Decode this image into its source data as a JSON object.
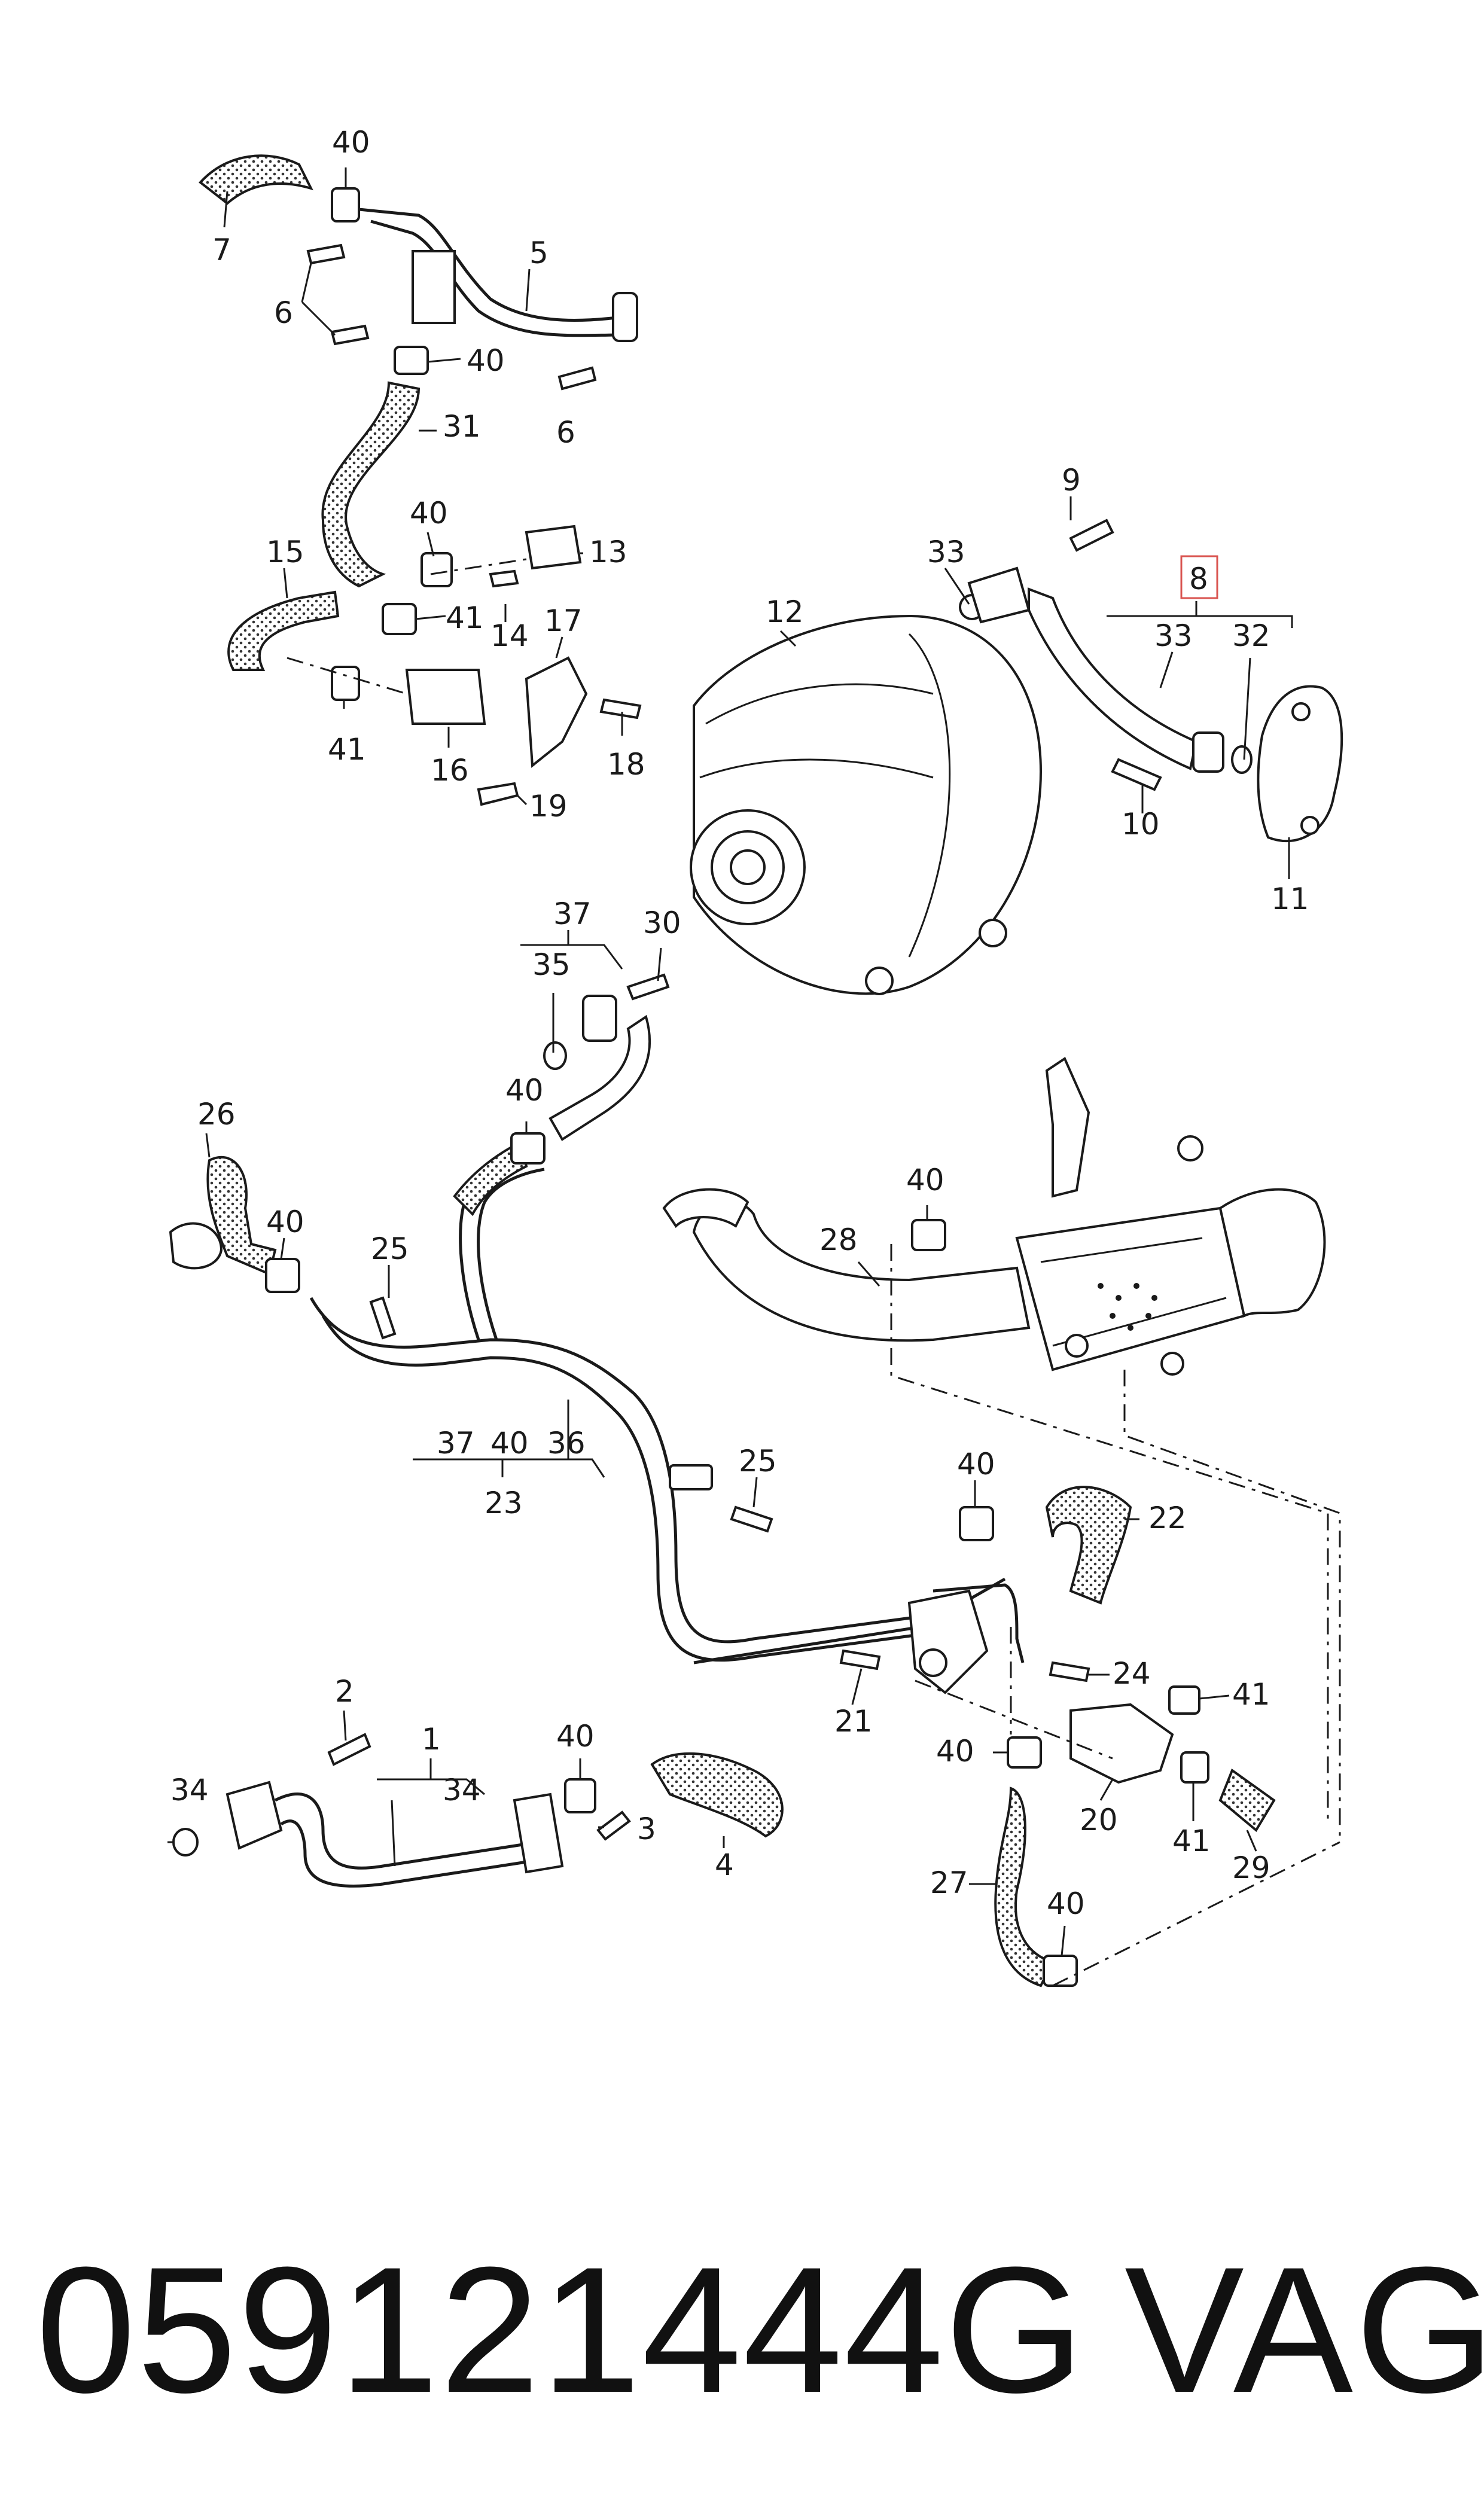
{
  "diagram": {
    "callouts": {
      "c7": "7",
      "c40_a": "40",
      "c5": "5",
      "c6_a": "6",
      "c6_b": "6",
      "c40_b": "40",
      "c31": "31",
      "c40_c": "40",
      "c13": "13",
      "c15": "15",
      "c41_a": "41",
      "c14": "14",
      "c17": "17",
      "c41_b": "41",
      "c16": "16",
      "c18": "18",
      "c19": "19",
      "c12": "12",
      "c9": "9",
      "c33_a": "33",
      "c8": "8",
      "c33_b": "33",
      "c32": "32",
      "c10": "10",
      "c11": "11",
      "c37_a": "37",
      "c30": "30",
      "c35": "35",
      "c40_d": "40",
      "c26": "26",
      "c40_e": "40",
      "c25_a": "25",
      "c28": "28",
      "c40_f": "40",
      "c37_b": "37",
      "c40_g": "40",
      "c36": "36",
      "c23": "23",
      "c25_b": "25",
      "c40_h": "40",
      "c22": "22",
      "c24": "24",
      "c41_c": "41",
      "c21": "21",
      "c40_i": "40",
      "c20": "20",
      "c41_d": "41",
      "c29": "29",
      "c27": "27",
      "c40_j": "40",
      "c2": "2",
      "c1": "1",
      "c34_a": "34",
      "c34_b": "34",
      "c40_k": "40",
      "c3": "3",
      "c4": "4"
    },
    "highlight_color": "#d9534f",
    "hose_pattern_color": "#333333"
  },
  "footer": {
    "part_number": "059121444G",
    "brand": "VAG"
  }
}
